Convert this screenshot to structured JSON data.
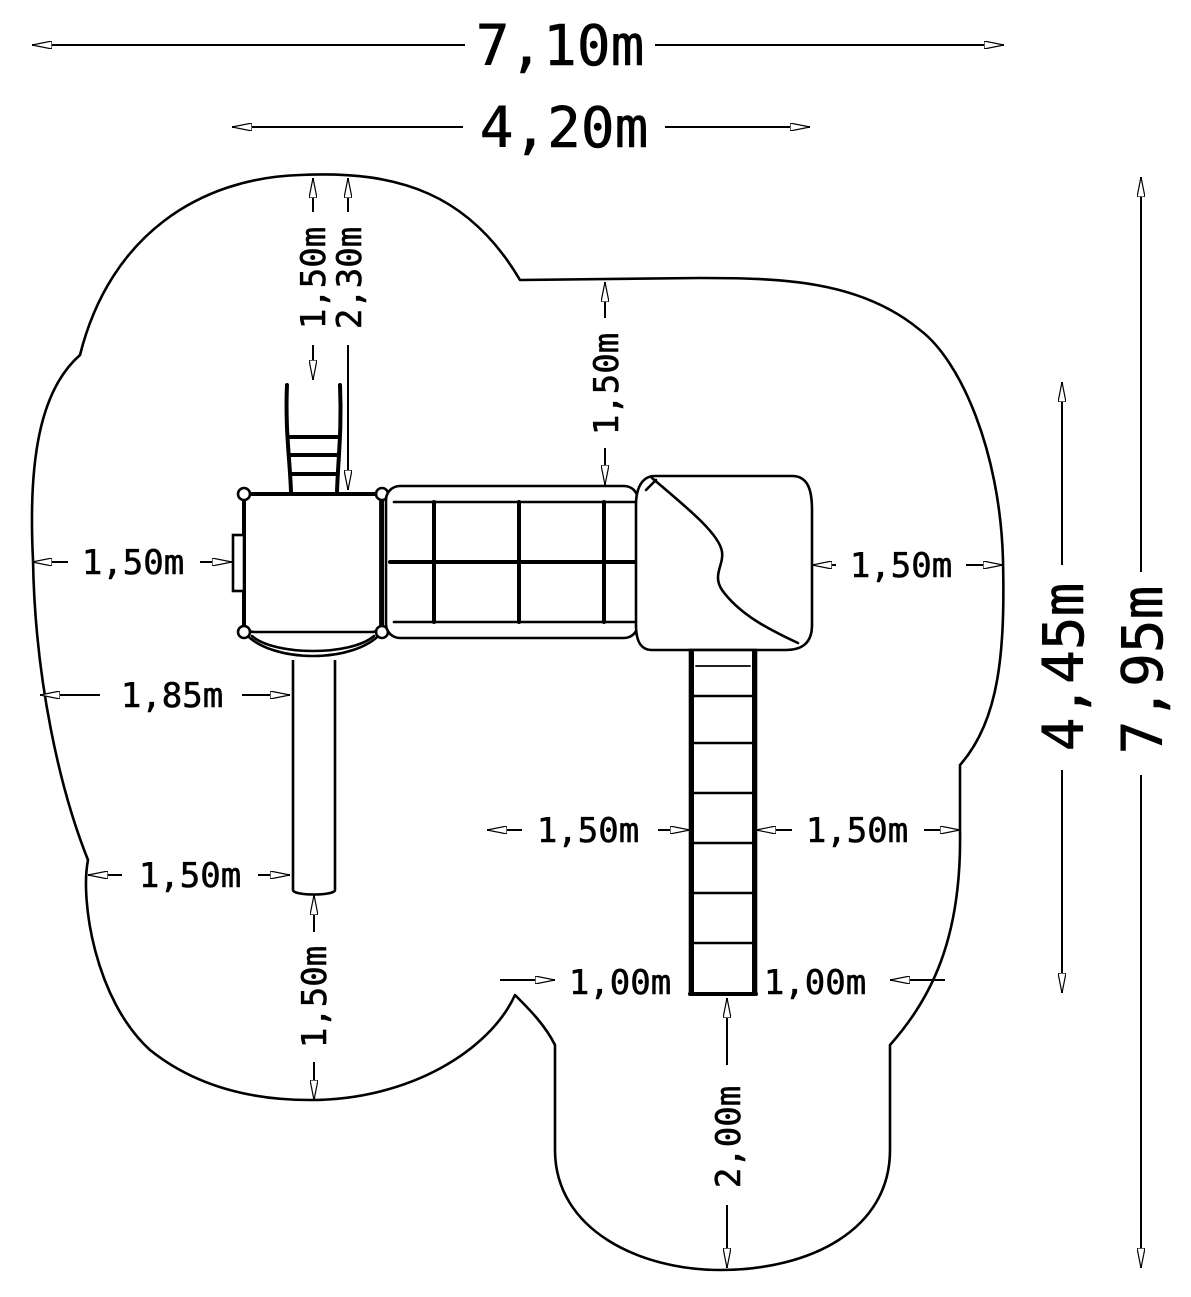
{
  "dimensions": {
    "overall_width": "7,10m",
    "structure_width": "4,20m",
    "overall_depth": "7,95m",
    "structure_depth": "4,45m",
    "top_ladder_clearance": "1,50m",
    "top_ladder_length": "2,30m",
    "top_bridge_clearance": "1,50m",
    "left_tower_clearance": "1,50m",
    "right_platform_clearance": "1,50m",
    "left_slide_clearance_upper": "1,85m",
    "left_slide_clearance_lower": "1,50m",
    "slide_end_clearance": "1,50m",
    "right_slide_left_clearance": "1,50m",
    "right_slide_right_clearance": "1,50m",
    "exit_left_width": "1,00m",
    "exit_right_width": "1,00m",
    "exit_run_out": "2,00m"
  }
}
